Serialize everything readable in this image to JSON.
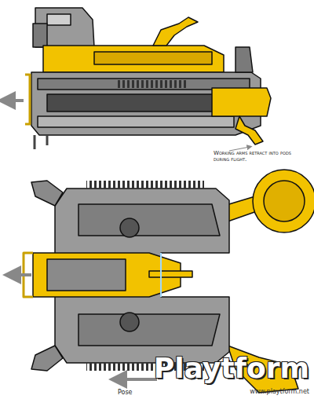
{
  "diagram": {
    "labels": [
      "Working arms retract into pods during flight.",
      "Pose",
      "Playtform",
      "www.playtform.net"
    ]
  }
}
